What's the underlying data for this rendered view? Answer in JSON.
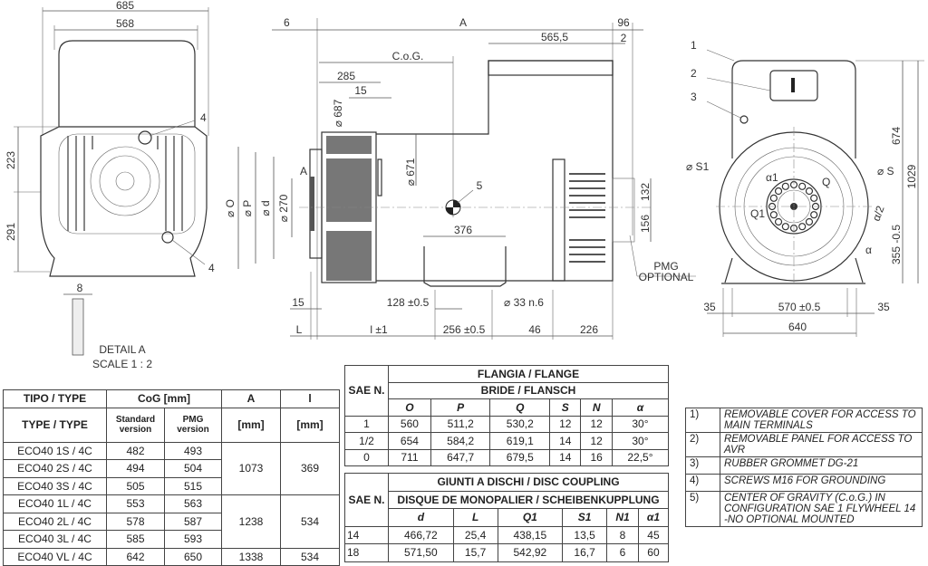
{
  "left_view": {
    "dim_width_outer": "685",
    "dim_width_inner": "568",
    "dim_h_upper": "223",
    "dim_h_lower": "291",
    "callout_4a": "4",
    "callout_4b": "4",
    "detail_dim": "8",
    "detail_title": "DETAIL A",
    "detail_scale": "SCALE 1 : 2"
  },
  "side_view": {
    "d6": "6",
    "dA": "A",
    "d96": "96",
    "d565": "565,5",
    "d2": "2",
    "cog": "C.o.G.",
    "d285": "285",
    "d15a": "15",
    "d687": "⌀ 687",
    "d671": "⌀ 671",
    "dO": "⌀ O",
    "dP": "⌀ P",
    "dd": "⌀ d",
    "d270": "⌀ 270",
    "detailA": "A",
    "callout5": "5",
    "d376": "376",
    "d132": "132",
    "d156": "156",
    "pmg1": "PMG",
    "pmg2": "OPTIONAL",
    "d15b": "15",
    "d128": "128 ±0.5",
    "d33": "⌀ 33 n.6",
    "dL": "L",
    "dl": "l ±1",
    "d256": "256 ±0.5",
    "d46": "46",
    "d226": "226"
  },
  "front_view": {
    "c1": "1",
    "c2": "2",
    "c3": "3",
    "dS1": "⌀ S1",
    "dS": "⌀ S",
    "d674": "674",
    "d1029": "1029",
    "d355": "355 -0.5",
    "d35a": "35",
    "d570": "570 ±0.5",
    "d35b": "35",
    "d640": "640",
    "alpha1": "α1",
    "Q": "Q",
    "Q1": "Q1",
    "alpha_half": "α/2",
    "alpha": "α"
  },
  "type_table": {
    "h_tipo": "TIPO / TYPE",
    "h_cog": "CoG [mm]",
    "h_A": "A",
    "h_l": "l",
    "h_type": "TYPE / TYPE",
    "h_std": "Standard version",
    "h_pmg": "PMG version",
    "h_A_unit": "[mm]",
    "h_l_unit": "[mm]",
    "rows": [
      {
        "type": "ECO40 1S / 4C",
        "std": "482",
        "pmg": "493"
      },
      {
        "type": "ECO40 2S / 4C",
        "std": "494",
        "pmg": "504"
      },
      {
        "type": "ECO40 3S / 4C",
        "std": "505",
        "pmg": "515"
      },
      {
        "type": "ECO40 1L / 4C",
        "std": "553",
        "pmg": "563"
      },
      {
        "type": "ECO40 2L / 4C",
        "std": "578",
        "pmg": "587"
      },
      {
        "type": "ECO40 3L / 4C",
        "std": "585",
        "pmg": "593"
      },
      {
        "type": "ECO40 VL / 4C",
        "std": "642",
        "pmg": "650"
      }
    ],
    "groups": [
      {
        "A": "1073",
        "l": "369"
      },
      {
        "A": "1238",
        "l": "534"
      },
      {
        "A": "1338",
        "l": "534"
      }
    ]
  },
  "flange_table": {
    "sae": "SAE N.",
    "title1": "FLANGIA / FLANGE",
    "title2": "BRIDE / FLANSCH",
    "cols": [
      "O",
      "P",
      "Q",
      "S",
      "N",
      "α"
    ],
    "rows": [
      [
        "1",
        "560",
        "511,2",
        "530,2",
        "12",
        "12",
        "30°"
      ],
      [
        "1/2",
        "654",
        "584,2",
        "619,1",
        "14",
        "12",
        "30°"
      ],
      [
        "0",
        "711",
        "647,7",
        "679,5",
        "14",
        "16",
        "22,5°"
      ]
    ]
  },
  "coupling_table": {
    "sae": "SAE N.",
    "title1": "GIUNTI A DISCHI / DISC COUPLING",
    "title2": "DISQUE DE MONOPALIER / SCHEIBENKUPPLUNG",
    "cols": [
      "d",
      "L",
      "Q1",
      "S1",
      "N1",
      "α1"
    ],
    "rows": [
      [
        "14",
        "466,72",
        "25,4",
        "438,15",
        "13,5",
        "8",
        "45"
      ],
      [
        "18",
        "571,50",
        "15,7",
        "542,92",
        "16,7",
        "6",
        "60"
      ]
    ]
  },
  "legend": [
    {
      "n": "1)",
      "text": "REMOVABLE COVER FOR ACCESS TO MAIN TERMINALS"
    },
    {
      "n": "2)",
      "text": "REMOVABLE PANEL FOR ACCESS TO AVR"
    },
    {
      "n": "3)",
      "text": "RUBBER GROMMET DG-21"
    },
    {
      "n": "4)",
      "text": "SCREWS M16 FOR GROUNDING"
    },
    {
      "n": "5)",
      "text": "CENTER OF GRAVITY (C.o.G.) IN CONFIGURATION SAE 1 FLYWHEEL 14 -NO OPTIONAL MOUNTED"
    }
  ]
}
